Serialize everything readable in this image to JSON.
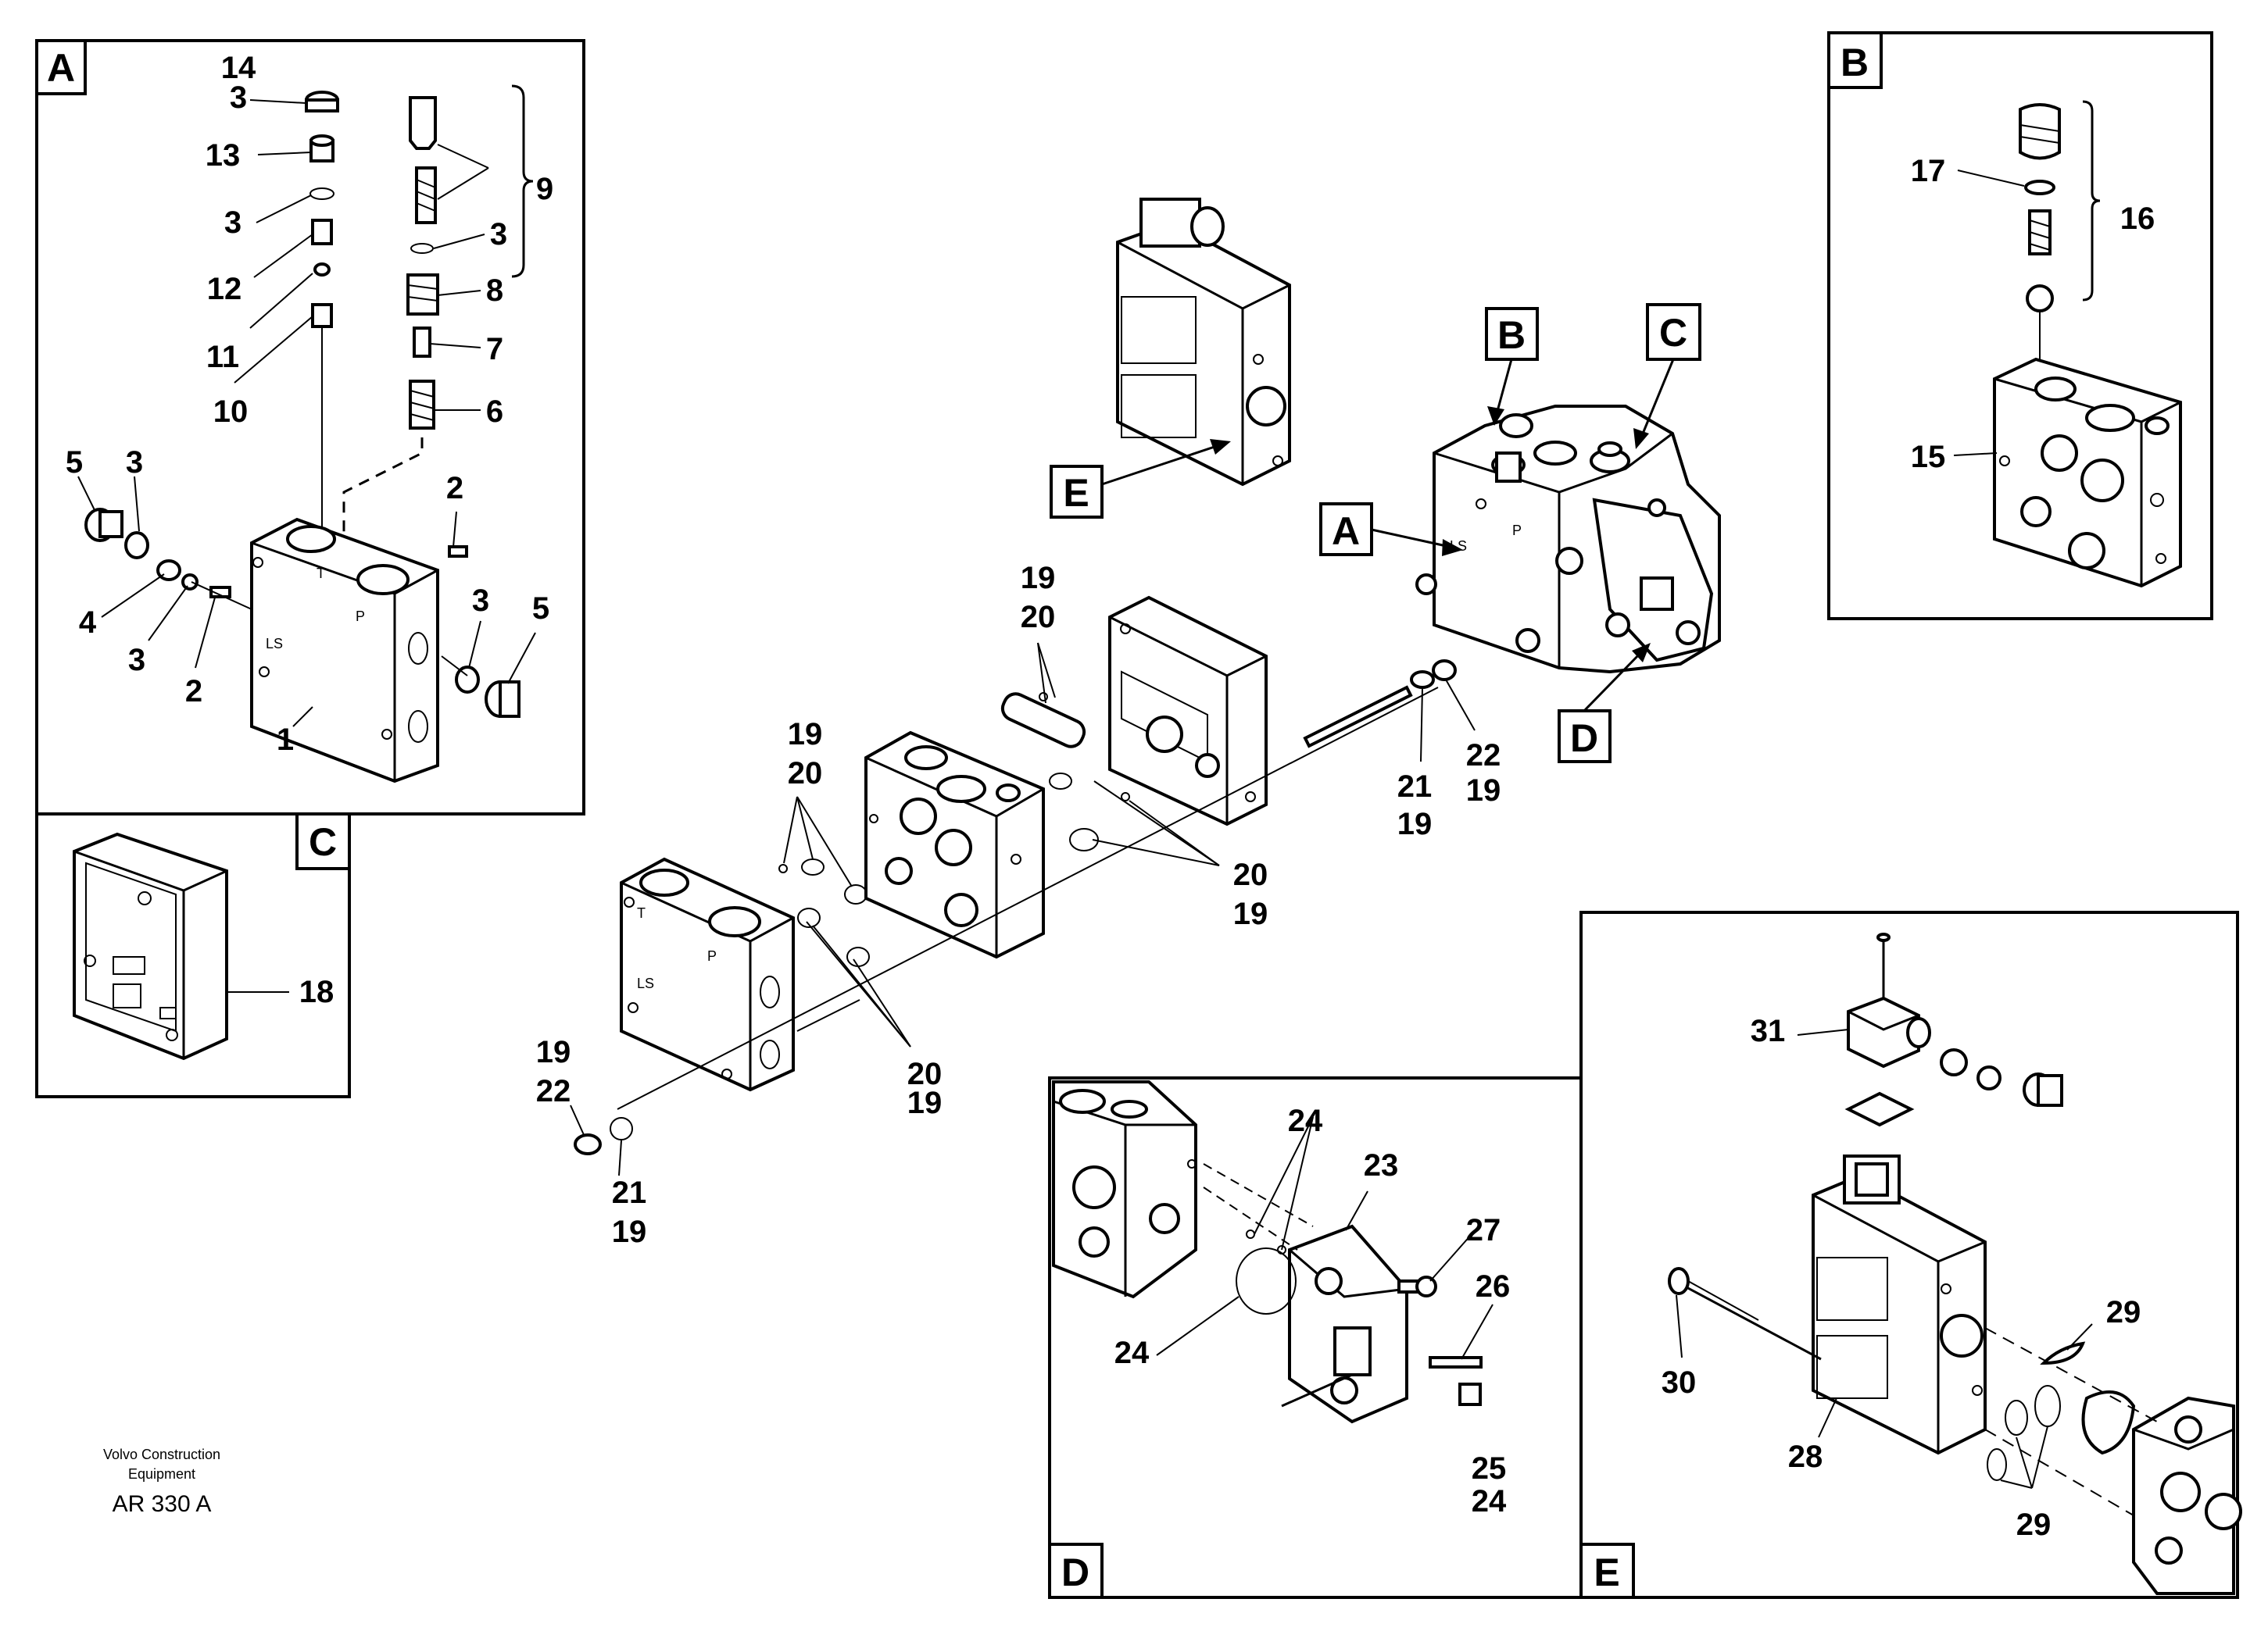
{
  "frame_tags": {
    "A": "A",
    "B": "B",
    "C": "C",
    "D": "D",
    "E": "E"
  },
  "callout_tags": {
    "A": "A",
    "B": "B",
    "C": "C",
    "D": "D",
    "E": "E"
  },
  "detail_a": {
    "n14": "14",
    "n3a": "3",
    "n13": "13",
    "n3b": "3",
    "n12": "12",
    "n11": "11",
    "n10": "10",
    "n9": "9",
    "n3c": "3",
    "n8": "8",
    "n7": "7",
    "n6": "6",
    "n5a": "5",
    "n3d": "3",
    "n2a": "2",
    "n4": "4",
    "n3e": "3",
    "n2b": "2",
    "n3f": "3",
    "n5b": "5",
    "n1": "1",
    "mark_t": "T",
    "mark_p": "P",
    "mark_ls": "LS"
  },
  "detail_b": {
    "n17": "17",
    "n16": "16",
    "n15": "15"
  },
  "detail_c": {
    "n18": "18"
  },
  "detail_d": {
    "n24a": "24",
    "n23": "23",
    "n27": "27",
    "n26": "26",
    "n24b": "24",
    "n25": "25",
    "n24c": "24"
  },
  "detail_e": {
    "n31": "31",
    "n29a": "29",
    "n30": "30",
    "n28": "28",
    "n29b": "29"
  },
  "exploded": {
    "c1_19": "19",
    "c1_20": "20",
    "c2_19": "19",
    "c2_20": "20",
    "c3_20": "20",
    "c3_19": "19",
    "c4_20": "20",
    "c4_19": "19",
    "c5_19": "19",
    "c5_22": "22",
    "c6_21": "21",
    "c6_19": "19",
    "c7_21": "21",
    "c7_19": "19",
    "c8_22": "22",
    "c8_19": "19",
    "mark_t": "T",
    "mark_p": "P",
    "mark_ls": "LS"
  },
  "footer": {
    "line1": "Volvo Construction",
    "line2": "Equipment",
    "code": "AR 330 A"
  }
}
